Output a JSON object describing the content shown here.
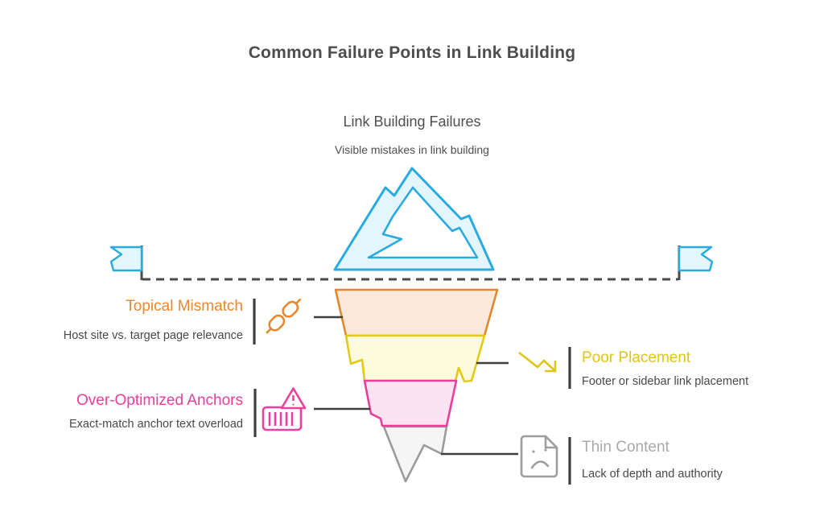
{
  "title": "Common Failure Points in Link Building",
  "header": {
    "title": "Link Building Failures",
    "subtitle": "Visible mistakes in link building"
  },
  "palette": {
    "iceberg_blue": "#29ABE2",
    "iceberg_fill": "#E3F5FD",
    "orange": "#E8872E",
    "orange_fill": "#FCE9DB",
    "yellow": "#E3CB15",
    "yellow_fill": "#FDFBDE",
    "pink": "#EA3E9B",
    "pink_fill": "#FBE3F2",
    "gray": "#9B9B9B",
    "gray_fill": "#F5F5F5",
    "line_dark": "#3F3F3F",
    "text_dark": "#484848"
  },
  "items": [
    {
      "label": "Topical Mismatch",
      "description": "Host site vs. target page relevance",
      "color": "#E8872E",
      "icon": "chain-link-icon",
      "side": "left"
    },
    {
      "label": "Poor Placement",
      "description": "Footer or sidebar link placement",
      "color": "#E0C614",
      "icon": "declining-arrow-icon",
      "side": "right"
    },
    {
      "label": "Over-Optimized Anchors",
      "description": "Exact-match anchor text overload",
      "color": "#EA3E9B",
      "icon": "anchor-warning-icon",
      "side": "left"
    },
    {
      "label": "Thin Content",
      "description": "Lack of depth and authority",
      "color": "#A9A9A9",
      "icon": "sad-document-icon",
      "side": "right"
    }
  ]
}
